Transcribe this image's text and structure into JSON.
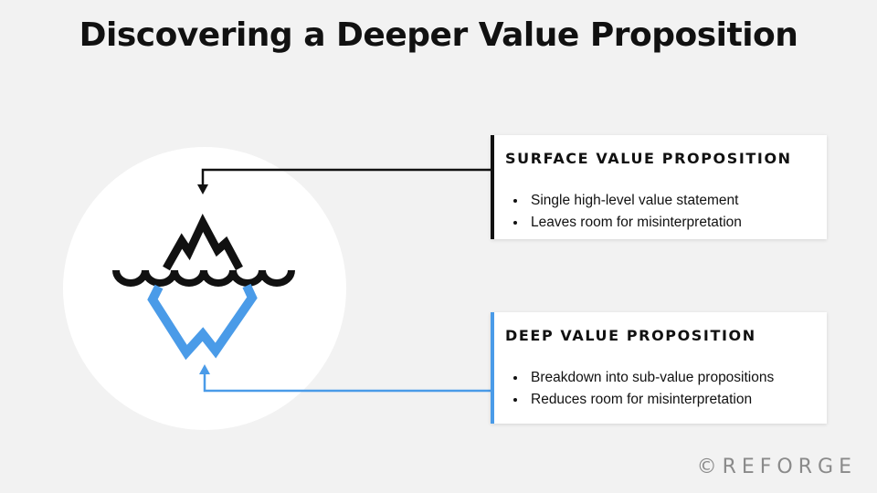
{
  "title": "Discovering a Deeper Value Proposition",
  "colors": {
    "surface_accent": "#111111",
    "deep_accent": "#4a9be8",
    "background": "#f2f2f2"
  },
  "diagram": {
    "icon": "iceberg-icon"
  },
  "surface_card": {
    "heading": "SURFACE VALUE PROPOSITION",
    "bullets": [
      "Single high-level value statement",
      "Leaves room for misinterpretation"
    ]
  },
  "deep_card": {
    "heading": "DEEP VALUE PROPOSITION",
    "bullets": [
      "Breakdown into sub-value propositions",
      "Reduces room for misinterpretation"
    ]
  },
  "brand": "©REFORGE"
}
